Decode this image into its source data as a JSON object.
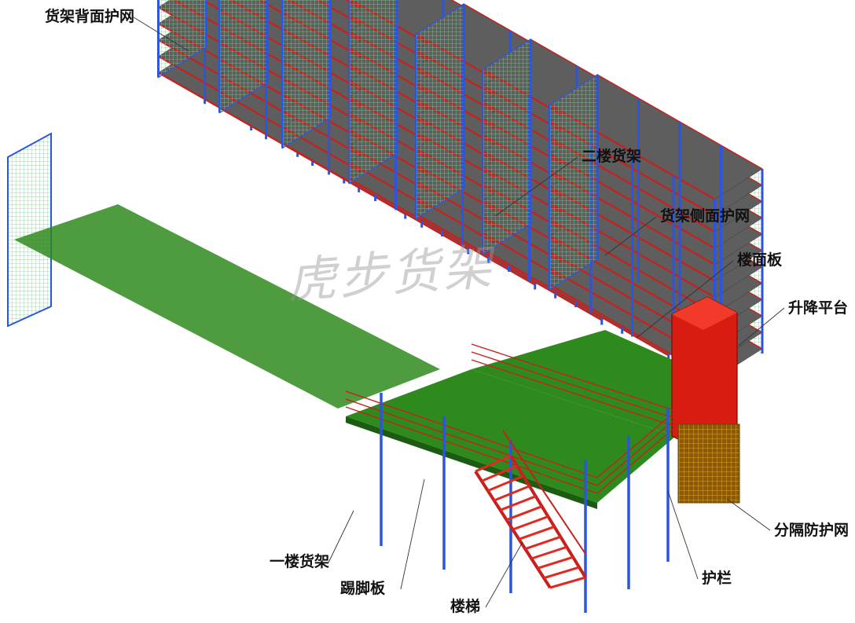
{
  "diagram": {
    "labels": {
      "back_mesh": "货架背面护网",
      "second_floor_rack": "二楼货架",
      "side_mesh": "货架侧面护网",
      "floor_board": "楼面板",
      "lift_platform": "升降平台",
      "partition_mesh": "分隔防护网",
      "guardrail": "护栏",
      "stairs": "楼梯",
      "kick_plate": "踢脚板",
      "first_floor_rack": "一楼货架"
    },
    "watermark": "虎步货架",
    "colors": {
      "upright": "#2b55e0",
      "beam": "#c8201c",
      "shelf": "#5e5e5e",
      "floor": "#2f8a1e",
      "mesh": "#8fd79a",
      "lift": "#d81c12",
      "partition": "#b8860b"
    }
  }
}
